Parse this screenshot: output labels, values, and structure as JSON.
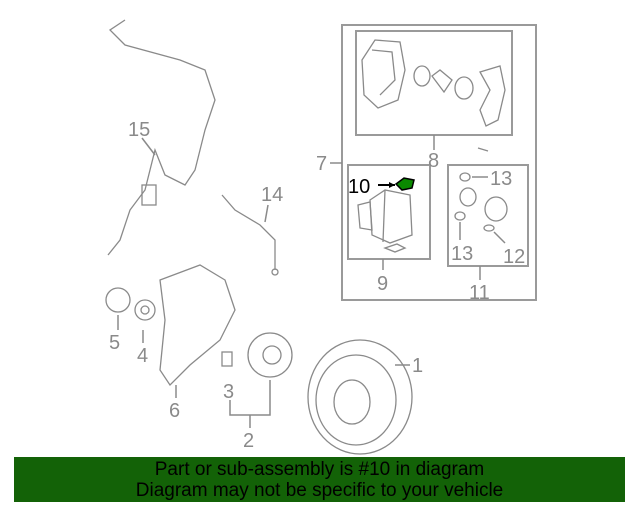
{
  "diagram": {
    "callouts": {
      "c1": "1",
      "c2": "2",
      "c3": "3",
      "c4": "4",
      "c5": "5",
      "c6": "6",
      "c7": "7",
      "c8": "8",
      "c9": "9",
      "c10": "10",
      "c11": "11",
      "c12": "12",
      "c13a": "13",
      "c13b": "13",
      "c14": "14",
      "c15": "15"
    },
    "highlighted_part": "10",
    "highlight_color": "#0a8a00"
  },
  "banner": {
    "line1": "Part or sub-assembly is #10 in diagram",
    "line2": "Diagram may not be specific to your vehicle",
    "background": "#136207"
  }
}
